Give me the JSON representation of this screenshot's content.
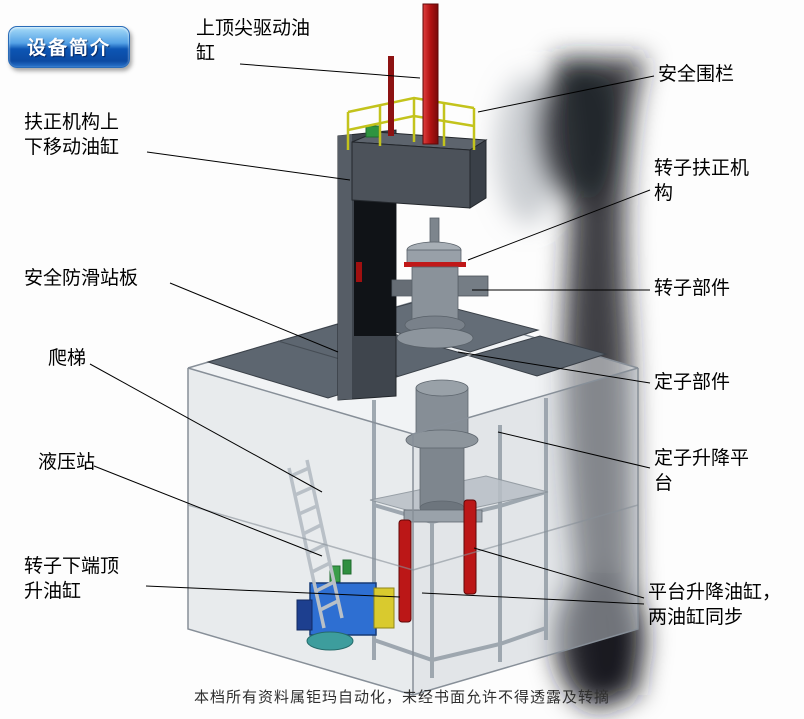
{
  "badge": {
    "label": "设备简介"
  },
  "callouts": {
    "top_drive_cylinder": {
      "text": "上顶尖驱动油\n缸"
    },
    "safety_fence": {
      "text": "安全围栏"
    },
    "centering_lift_cylinder": {
      "text": "扶正机构上\n下移动油缸"
    },
    "rotor_centering_mechanism": {
      "text": "转子扶正机\n构"
    },
    "anti_slip_platform": {
      "text": "安全防滑站板"
    },
    "rotor_component": {
      "text": "转子部件"
    },
    "ladder": {
      "text": "爬梯"
    },
    "stator_component": {
      "text": "定子部件"
    },
    "hydraulic_station": {
      "text": "液压站"
    },
    "stator_lift_platform": {
      "text": "定子升降平\n台"
    },
    "rotor_bottom_jack_cylinder": {
      "text": "转子下端顶\n升油缸"
    },
    "platform_lift_cylinders": {
      "text": "平台升降油缸，\n两油缸同步"
    }
  },
  "footer": {
    "text": "本档所有资料属钜玛自动化，未经书面允许不得透露及转摘"
  },
  "colors": {
    "cylinder_red": "#bb1717",
    "thin_rod_red": "#8d1212",
    "railing_yellow": "#c3c31c",
    "hydraulic_blue": "#2e6fd2",
    "accent_yellow": "#d9ca2e",
    "machine_dark": "#3f454d",
    "deck_gray": "#5d6670",
    "frame_light": "#9ba4ad",
    "badge_blue": "#0d56b4"
  }
}
